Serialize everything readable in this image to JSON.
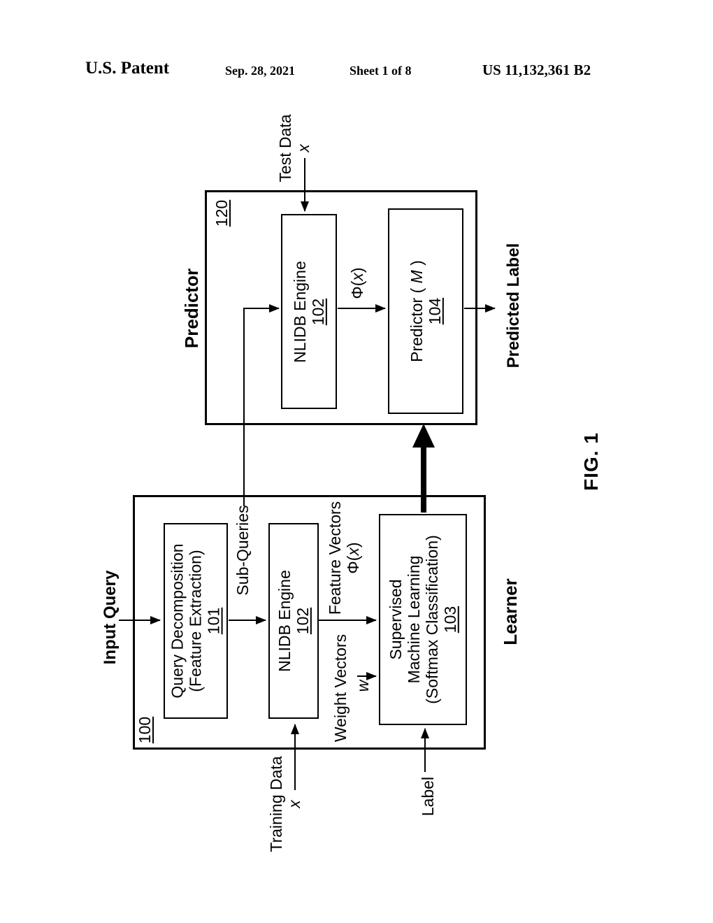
{
  "header": {
    "title": "U.S. Patent",
    "date": "Sep. 28, 2021",
    "sheet": "Sheet 1 of 8",
    "patent_number": "US 11,132,361 B2"
  },
  "figure": {
    "caption": "FIG. 1",
    "predictor": {
      "section_label": "Predictor",
      "ref": "120",
      "test_data": {
        "line1": "Test Data",
        "var": "x"
      },
      "nlidb_engine": {
        "name": "NLIDB Engine",
        "ref": "102"
      },
      "phi": {
        "pre": "Φ(",
        "var": "x",
        "post": ")"
      },
      "predictor_m": {
        "pre": "Predictor ( ",
        "var": "M",
        "post": " )",
        "ref": "104"
      },
      "output_label": "Predicted Label"
    },
    "learner": {
      "section_label": "Learner",
      "ref": "100",
      "input_query": "Input Query",
      "query_decomposition": {
        "line1": "Query Decomposition",
        "line2": "(Feature Extraction)",
        "ref": "101"
      },
      "sub_queries": "Sub-Queries",
      "nlidb_engine": {
        "name": "NLIDB Engine",
        "ref": "102"
      },
      "feature_vectors": {
        "line1": "Feature Vectors",
        "phi": {
          "pre": "Φ(",
          "var": "x",
          "post": ")"
        }
      },
      "weight_vectors": {
        "line1": "Weight Vectors",
        "var": "w"
      },
      "sml": {
        "line1": "Supervised",
        "line2": "Machine Learning",
        "line3": "(Softmax Classification)",
        "ref": "103"
      },
      "training_data": {
        "line1": "Training Data",
        "var": "x"
      },
      "label_input": "Label"
    }
  },
  "colors": {
    "ink": "#000000",
    "paper": "#ffffff"
  }
}
